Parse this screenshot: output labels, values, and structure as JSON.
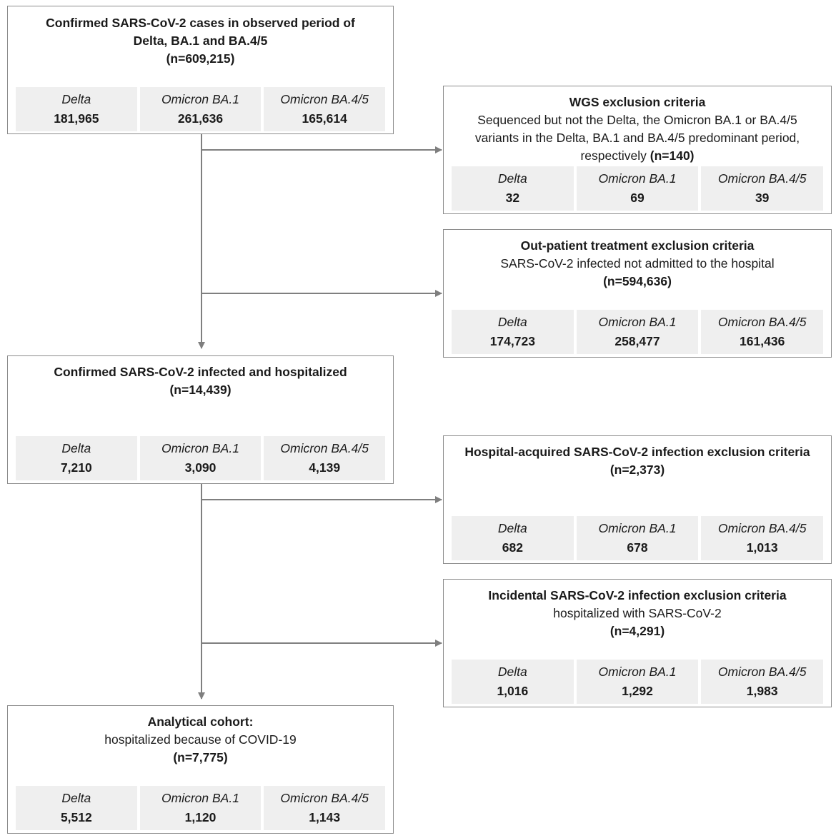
{
  "flow": {
    "initial": {
      "title": "Confirmed SARS-CoV-2 cases in observed period of Delta, BA.1 and BA.4/5",
      "n": "(n=609,215)",
      "cells": [
        {
          "label": "Delta",
          "value": "181,965"
        },
        {
          "label": "Omicron BA.1",
          "value": "261,636"
        },
        {
          "label": "Omicron BA.4/5",
          "value": "165,614"
        }
      ]
    },
    "wgs": {
      "title": "WGS exclusion criteria",
      "line1": "Sequenced but not the Delta, the Omicron BA.1 or BA.4/5",
      "line2": "variants in the Delta, BA.1 and BA.4/5 predominant period,",
      "line3": "respectively",
      "n": "(n=140)",
      "cells": [
        {
          "label": "Delta",
          "value": "32"
        },
        {
          "label": "Omicron BA.1",
          "value": "69"
        },
        {
          "label": "Omicron BA.4/5",
          "value": "39"
        }
      ]
    },
    "outpatient": {
      "title": "Out-patient treatment exclusion criteria",
      "subtitle": "SARS-CoV-2 infected not admitted to the hospital",
      "n": "(n=594,636)",
      "cells": [
        {
          "label": "Delta",
          "value": "174,723"
        },
        {
          "label": "Omicron BA.1",
          "value": "258,477"
        },
        {
          "label": "Omicron BA.4/5",
          "value": "161,436"
        }
      ]
    },
    "hospitalized": {
      "title": "Confirmed SARS-CoV-2 infected and hospitalized",
      "n": "(n=14,439)",
      "cells": [
        {
          "label": "Delta",
          "value": "7,210"
        },
        {
          "label": "Omicron BA.1",
          "value": "3,090"
        },
        {
          "label": "Omicron BA.4/5",
          "value": "4,139"
        }
      ]
    },
    "hospital_acquired": {
      "title": "Hospital-acquired SARS-CoV-2 infection exclusion criteria",
      "n": "(n=2,373)",
      "cells": [
        {
          "label": "Delta",
          "value": "682"
        },
        {
          "label": "Omicron BA.1",
          "value": "678"
        },
        {
          "label": "Omicron BA.4/5",
          "value": "1,013"
        }
      ]
    },
    "incidental": {
      "title": "Incidental SARS-CoV-2 infection exclusion criteria",
      "subtitle": "hospitalized with SARS-CoV-2",
      "n": "(n=4,291)",
      "cells": [
        {
          "label": "Delta",
          "value": "1,016"
        },
        {
          "label": "Omicron BA.1",
          "value": "1,292"
        },
        {
          "label": "Omicron BA.4/5",
          "value": "1,983"
        }
      ]
    },
    "analytical": {
      "title": "Analytical cohort:",
      "subtitle": "hospitalized because of COVID-19",
      "n": "(n=7,775)",
      "cells": [
        {
          "label": "Delta",
          "value": "5,512"
        },
        {
          "label": "Omicron BA.1",
          "value": "1,120"
        },
        {
          "label": "Omicron BA.4/5",
          "value": "1,143"
        }
      ]
    }
  },
  "colors": {
    "border": "#8c8c8c",
    "connector": "#7f7f7f",
    "cell_fill": "#efefef"
  }
}
